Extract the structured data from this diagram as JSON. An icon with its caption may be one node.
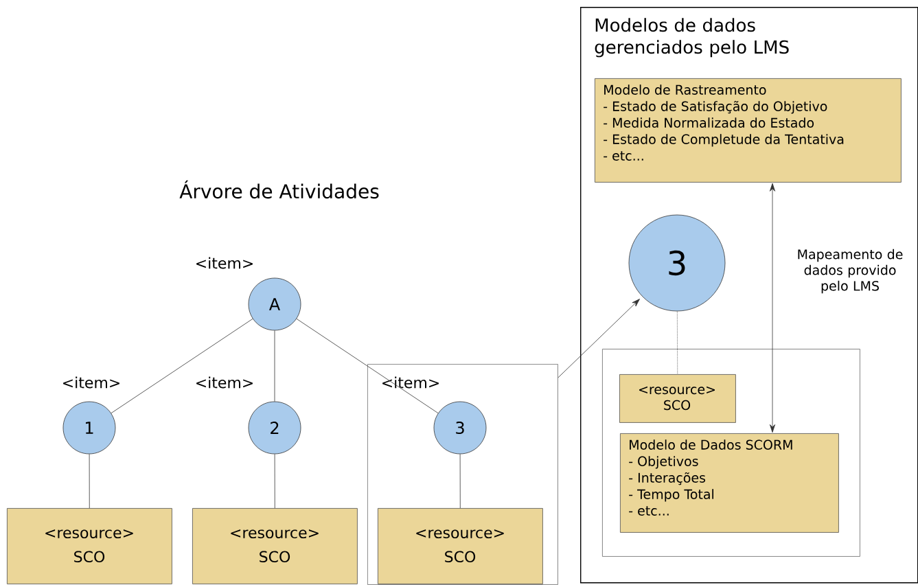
{
  "diagram": {
    "title": "Árvore de Atividades",
    "nodes": [
      {
        "text": [
          "A"
        ],
        "beside": [
          "<item>"
        ]
      },
      {
        "text": [
          "1"
        ],
        "beside": [
          "<item>"
        ]
      },
      {
        "text": [
          "2"
        ],
        "beside": [
          "<item>"
        ]
      },
      {
        "text": [],
        "shape": "box"
      },
      {
        "text": [
          "3"
        ],
        "beside": [
          "<item>"
        ],
        "in": 3
      },
      {
        "text": [
          "<resource>",
          "SCO"
        ]
      },
      {
        "text": [
          "<resource>",
          "SCO"
        ]
      },
      {
        "text": [
          "<resource>",
          "SCO"
        ],
        "in": 3
      },
      {
        "text": [
          "Modelos de dados gerenciados pelo LMS"
        ]
      },
      {
        "text": [
          "Modelo de Rastreamento",
          "- Estado de Satisfação do Objetivo",
          "- Medida Normalizada do Estado",
          "- Estado de Completude da Tentativa",
          "- etc..."
        ],
        "in": 8
      },
      {
        "text": [
          "3"
        ],
        "in": 8
      },
      {
        "text": [],
        "shape": "box",
        "in": 8
      },
      {
        "text": [
          "<resource>",
          "SCO"
        ],
        "in": 11
      },
      {
        "text": [
          "Modelo de Dados SCORM",
          "- Objetivos",
          "- Interações",
          "- Tempo Total",
          "- etc..."
        ],
        "in": 11
      }
    ],
    "edges": [
      {
        "from": 0,
        "to": 1,
        "arrow": "none"
      },
      {
        "from": 0,
        "to": 2,
        "arrow": "none"
      },
      {
        "from": 0,
        "to": 4,
        "arrow": "none"
      },
      {
        "from": 1,
        "to": 5,
        "arrow": "none"
      },
      {
        "from": 2,
        "to": 6,
        "arrow": "none"
      },
      {
        "from": 4,
        "to": 7,
        "arrow": "none"
      },
      {
        "from": 3,
        "to": 10,
        "arrow": "to"
      },
      {
        "from": 10,
        "to": 12,
        "arrow": "none",
        "style": "dashed"
      },
      {
        "from": 9,
        "to": 13,
        "arrow": "both",
        "label": "Mapeamento de dados provido pelo LMS"
      }
    ]
  }
}
